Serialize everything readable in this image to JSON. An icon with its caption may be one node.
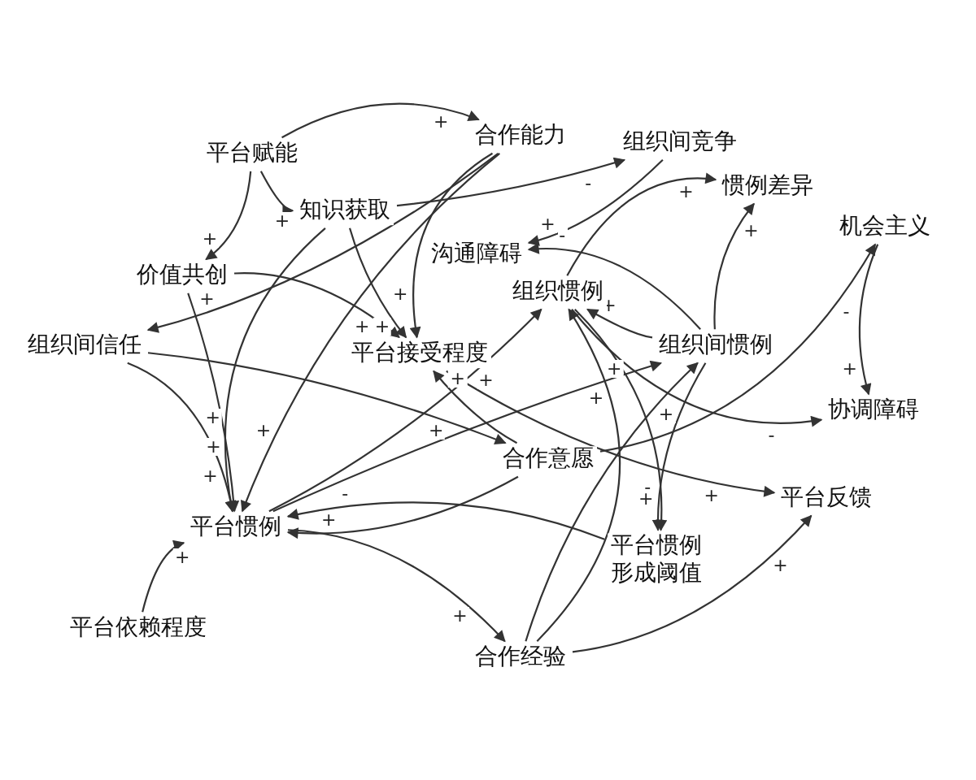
{
  "diagram": {
    "nodes": [
      {
        "text": [
          "平台赋能"
        ]
      },
      {
        "text": [
          "合作能力"
        ]
      },
      {
        "text": [
          "组织间竞争"
        ]
      },
      {
        "text": [
          "知识获取"
        ]
      },
      {
        "text": [
          "惯例差异"
        ]
      },
      {
        "text": [
          "机会主义"
        ]
      },
      {
        "text": [
          "沟通障碍"
        ]
      },
      {
        "text": [
          "价值共创"
        ]
      },
      {
        "text": [
          "组织惯例"
        ]
      },
      {
        "text": [
          "组织间信任"
        ]
      },
      {
        "text": [
          "平台接受程度"
        ]
      },
      {
        "text": [
          "组织间惯例"
        ]
      },
      {
        "text": [
          "协调障碍"
        ]
      },
      {
        "text": [
          "合作意愿"
        ]
      },
      {
        "text": [
          "平台反馈"
        ]
      },
      {
        "text": [
          "平台惯例"
        ]
      },
      {
        "text": [
          "平台惯例形成阈值"
        ]
      },
      {
        "text": [
          "平台依赖程度"
        ]
      },
      {
        "text": [
          "合作经验"
        ]
      }
    ],
    "edges": [
      {
        "from": 0,
        "to": 1,
        "arrow": "to",
        "label": "+"
      },
      {
        "from": 0,
        "to": 3,
        "arrow": "to",
        "label": "+"
      },
      {
        "from": 0,
        "to": 7,
        "arrow": "to",
        "label": "+"
      },
      {
        "from": 3,
        "to": 2,
        "arrow": "to",
        "label": "-"
      },
      {
        "from": 1,
        "to": 9,
        "arrow": "to",
        "label": "+"
      },
      {
        "from": 1,
        "to": 10,
        "arrow": "to",
        "label": "+"
      },
      {
        "from": 1,
        "to": 15,
        "arrow": "to",
        "label": "+"
      },
      {
        "from": 2,
        "to": 6,
        "arrow": "to",
        "label": "+"
      },
      {
        "from": 3,
        "to": 10,
        "arrow": "to",
        "label": "+"
      },
      {
        "from": 3,
        "to": 15,
        "arrow": "to",
        "label": "+"
      },
      {
        "from": 7,
        "to": 10,
        "arrow": "to",
        "label": "+"
      },
      {
        "from": 7,
        "to": 15,
        "arrow": "to",
        "label": "+"
      },
      {
        "from": 9,
        "to": 15,
        "arrow": "to",
        "label": "+"
      },
      {
        "from": 9,
        "to": 13,
        "arrow": "to",
        "label": "+"
      },
      {
        "from": 10,
        "to": 14,
        "arrow": "to",
        "label": "+"
      },
      {
        "from": 13,
        "to": 10,
        "arrow": "to",
        "label": "+"
      },
      {
        "from": 13,
        "to": 15,
        "arrow": "to",
        "label": "+"
      },
      {
        "from": 8,
        "to": 4,
        "arrow": "to",
        "label": "+"
      },
      {
        "from": 11,
        "to": 4,
        "arrow": "to",
        "label": "+"
      },
      {
        "from": 11,
        "to": 8,
        "arrow": "to",
        "label": "+"
      },
      {
        "from": 11,
        "to": 6,
        "arrow": "to",
        "label": "-"
      },
      {
        "from": 8,
        "to": 12,
        "arrow": "to",
        "label": "-"
      },
      {
        "from": 5,
        "to": 12,
        "arrow": "to",
        "label": "+"
      },
      {
        "from": 13,
        "to": 5,
        "arrow": "to",
        "label": "-"
      },
      {
        "from": 15,
        "to": 8,
        "arrow": "to",
        "label": "+"
      },
      {
        "from": 15,
        "to": 11,
        "arrow": "to",
        "label": "+"
      },
      {
        "from": 18,
        "to": 11,
        "arrow": "to",
        "label": "+"
      },
      {
        "from": 18,
        "to": 8,
        "arrow": "to",
        "label": "+"
      },
      {
        "from": 8,
        "to": 16,
        "arrow": "to",
        "label": "-"
      },
      {
        "from": 11,
        "to": 16,
        "arrow": "to",
        "label": "+"
      },
      {
        "from": 16,
        "to": 15,
        "arrow": "to",
        "label": "-"
      },
      {
        "from": 15,
        "to": 18,
        "arrow": "to",
        "label": "+"
      },
      {
        "from": 18,
        "to": 14,
        "arrow": "to",
        "label": "+"
      },
      {
        "from": 17,
        "to": 15,
        "arrow": "to",
        "label": "+"
      }
    ]
  }
}
